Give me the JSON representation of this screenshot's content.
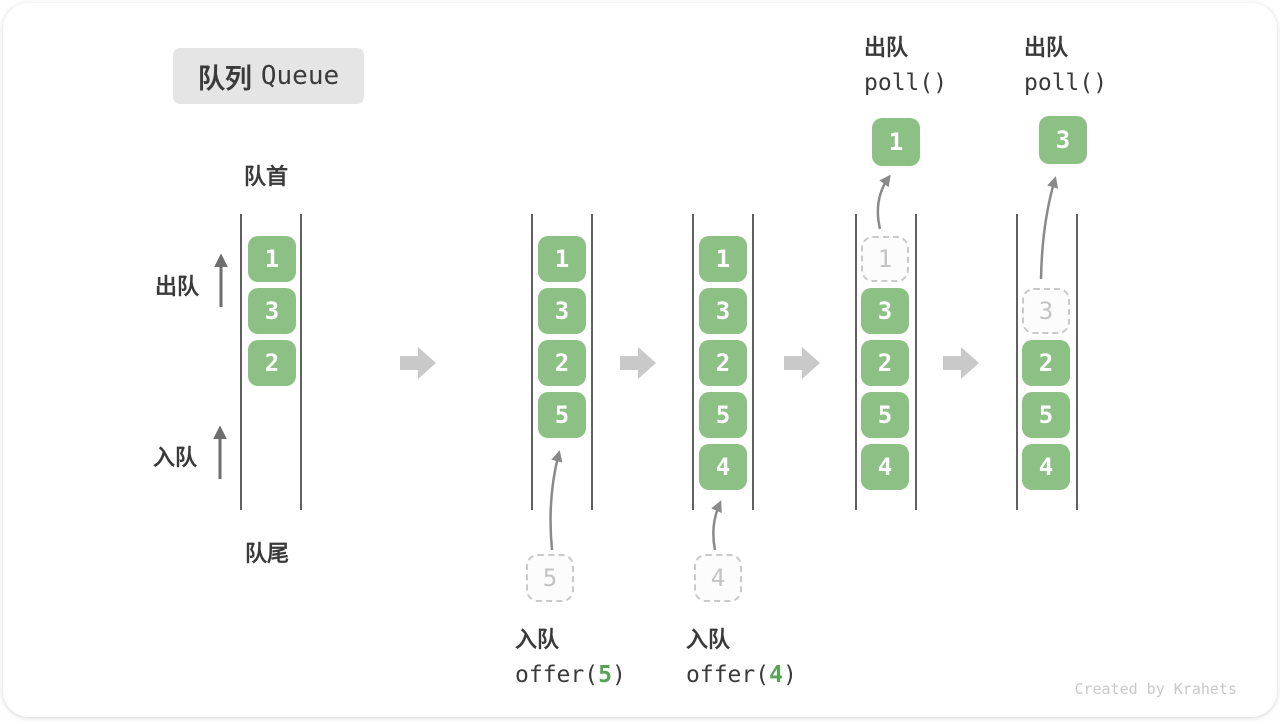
{
  "title": {
    "zh": "队列",
    "en": "Queue"
  },
  "labels": {
    "front": "队首",
    "rear": "队尾",
    "dequeue": "出队",
    "enqueue": "入队"
  },
  "ops": {
    "enqueue5": {
      "zh": "入队",
      "fn": "offer(",
      "arg": "5",
      "close": ")"
    },
    "enqueue4": {
      "zh": "入队",
      "fn": "offer(",
      "arg": "4",
      "close": ")"
    },
    "dequeue1": {
      "zh": "出队",
      "code": "poll()"
    },
    "dequeue3": {
      "zh": "出队",
      "code": "poll()"
    }
  },
  "queues": {
    "q1": {
      "cells": [
        "1",
        "3",
        "2"
      ]
    },
    "q2": {
      "cells": [
        "1",
        "3",
        "2",
        "5"
      ],
      "pending": "5"
    },
    "q3": {
      "cells": [
        "1",
        "3",
        "2",
        "5",
        "4"
      ],
      "pending": "4"
    },
    "q4": {
      "removed": "1",
      "cells": [
        "3",
        "2",
        "5",
        "4"
      ],
      "out": "1"
    },
    "q5": {
      "removed": "3",
      "cells": [
        "2",
        "5",
        "4"
      ],
      "out": "3"
    }
  },
  "watermark": "Created by Krahets",
  "colors": {
    "cell_green": "#8dc084",
    "arg_green": "#57a457",
    "title_bg": "#e5e5e5",
    "text_dark": "#3a3a3a",
    "dashed_gray": "#c9c9c9",
    "thin_arrow_gray": "#8a8a8a",
    "side_arrow_gray": "#6e6e6e",
    "block_arrow_gray": "#c9c9c9",
    "line_gray": "#606060",
    "watermark_gray": "#c9c9c9"
  }
}
